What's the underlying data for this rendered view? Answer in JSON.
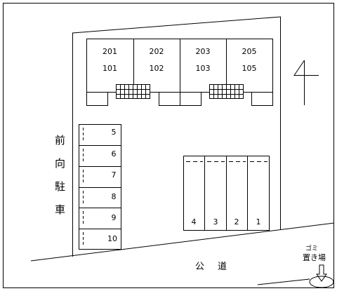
{
  "units": [
    {
      "upper": "201",
      "lower": "101"
    },
    {
      "upper": "202",
      "lower": "102"
    },
    {
      "upper": "203",
      "lower": "103"
    },
    {
      "upper": "205",
      "lower": "105"
    }
  ],
  "forward_parking": {
    "label": "前向駐車",
    "slots": [
      "5",
      "6",
      "7",
      "8",
      "9",
      "10"
    ]
  },
  "right_parking": {
    "slots": [
      "4",
      "3",
      "2",
      "1"
    ]
  },
  "road_label": "公道",
  "garbage": {
    "label_top": "ゴミ",
    "label_bottom": "置き場"
  },
  "icons": {
    "north": "north-arrow-icon",
    "garbage_pointer": "down-arrow-icon"
  },
  "colors": {
    "line": "#000000",
    "background": "#ffffff"
  }
}
